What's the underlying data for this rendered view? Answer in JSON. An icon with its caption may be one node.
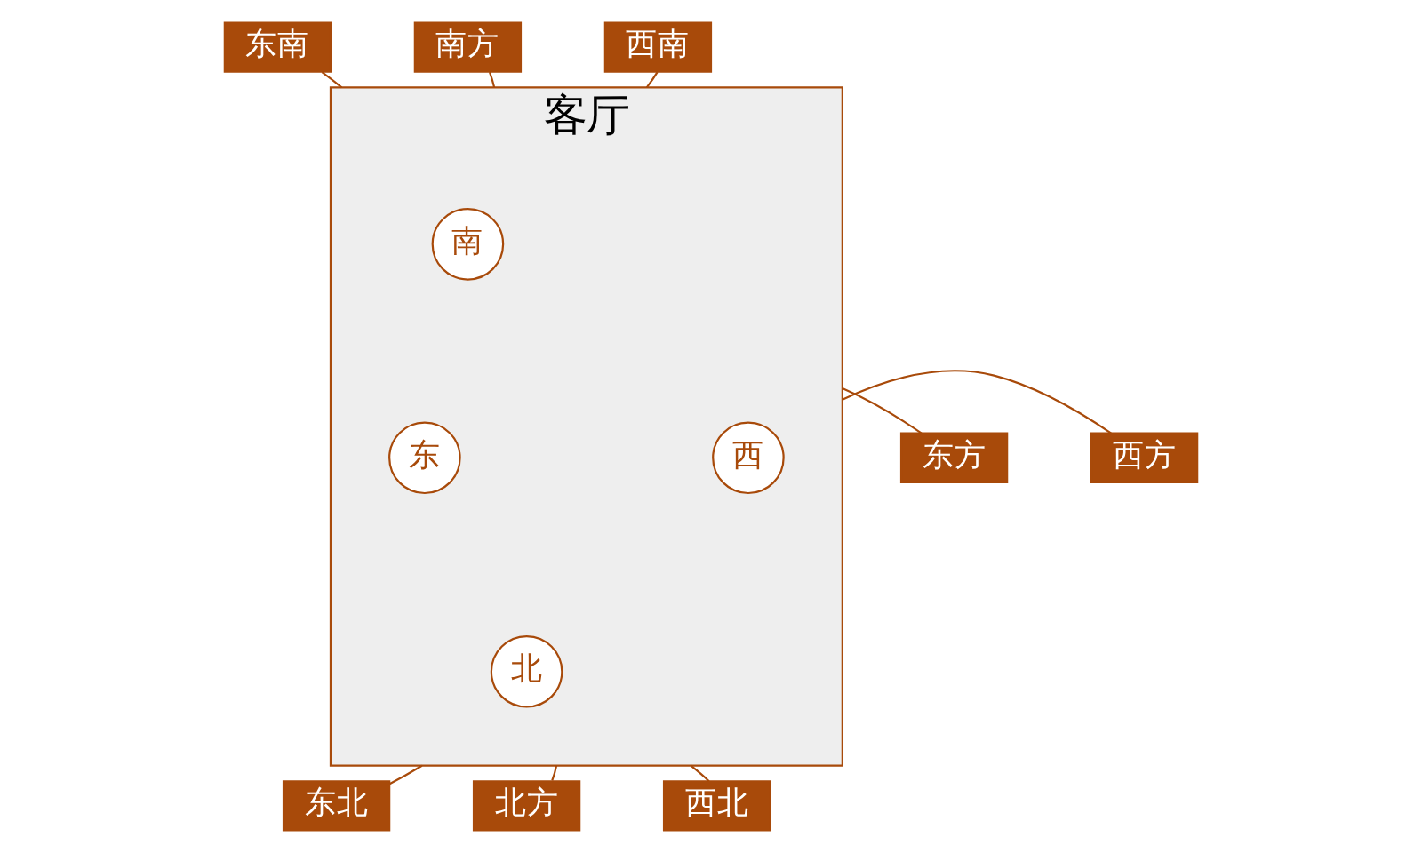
{
  "diagram": {
    "nodes": [
      {
        "text": [
          "客厅"
        ]
      },
      {
        "text": [
          "南"
        ],
        "in": 0
      },
      {
        "text": [
          "东"
        ],
        "in": 0
      },
      {
        "text": [
          "西"
        ],
        "in": 0
      },
      {
        "text": [
          "北"
        ],
        "in": 0
      },
      {
        "text": [
          "东南"
        ]
      },
      {
        "text": [
          "南方"
        ]
      },
      {
        "text": [
          "西南"
        ]
      },
      {
        "text": [
          "东方"
        ]
      },
      {
        "text": [
          "西方"
        ]
      },
      {
        "text": [
          "东北"
        ]
      },
      {
        "text": [
          "北方"
        ]
      },
      {
        "text": [
          "西北"
        ]
      }
    ],
    "edges": [
      {
        "from": 5,
        "to": 0,
        "arrow": "none"
      },
      {
        "from": 6,
        "to": 0,
        "arrow": "none"
      },
      {
        "from": 7,
        "to": 0,
        "arrow": "none"
      },
      {
        "from": 8,
        "to": 0,
        "arrow": "none"
      },
      {
        "from": 0,
        "to": 9,
        "arrow": "none"
      },
      {
        "from": 0,
        "to": 10,
        "arrow": "none"
      },
      {
        "from": 0,
        "to": 11,
        "arrow": "none"
      },
      {
        "from": 0,
        "to": 12,
        "arrow": "none"
      }
    ]
  }
}
